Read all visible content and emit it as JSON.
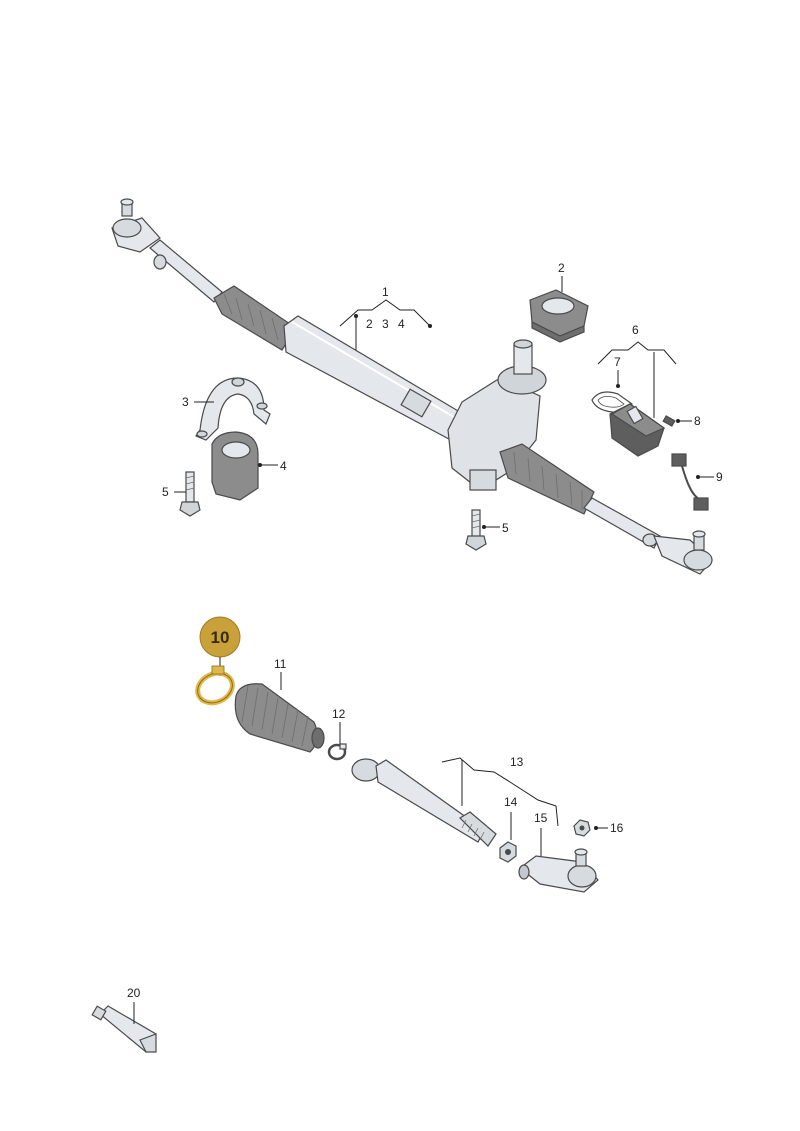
{
  "colors": {
    "part_fill": "#e4e8ec",
    "part_dark": "#c2c8ce",
    "boot_fill": "#8c8c8c",
    "highlight_badge": "#c9a13a",
    "highlight_ring": "#e0b84a",
    "line": "#222222"
  },
  "callouts": {
    "c1": "1",
    "c1_sub2": "2",
    "c1_sub3": "3",
    "c1_sub4": "4",
    "c2": "2",
    "c3": "3",
    "c4": "4",
    "c5a": "5",
    "c5b": "5",
    "c6": "6",
    "c7": "7",
    "c8": "8",
    "c9": "9",
    "c10": "10",
    "c11": "11",
    "c12": "12",
    "c13": "13",
    "c14": "14",
    "c15": "15",
    "c16": "16",
    "c20": "20"
  },
  "highlighted_part": "10"
}
